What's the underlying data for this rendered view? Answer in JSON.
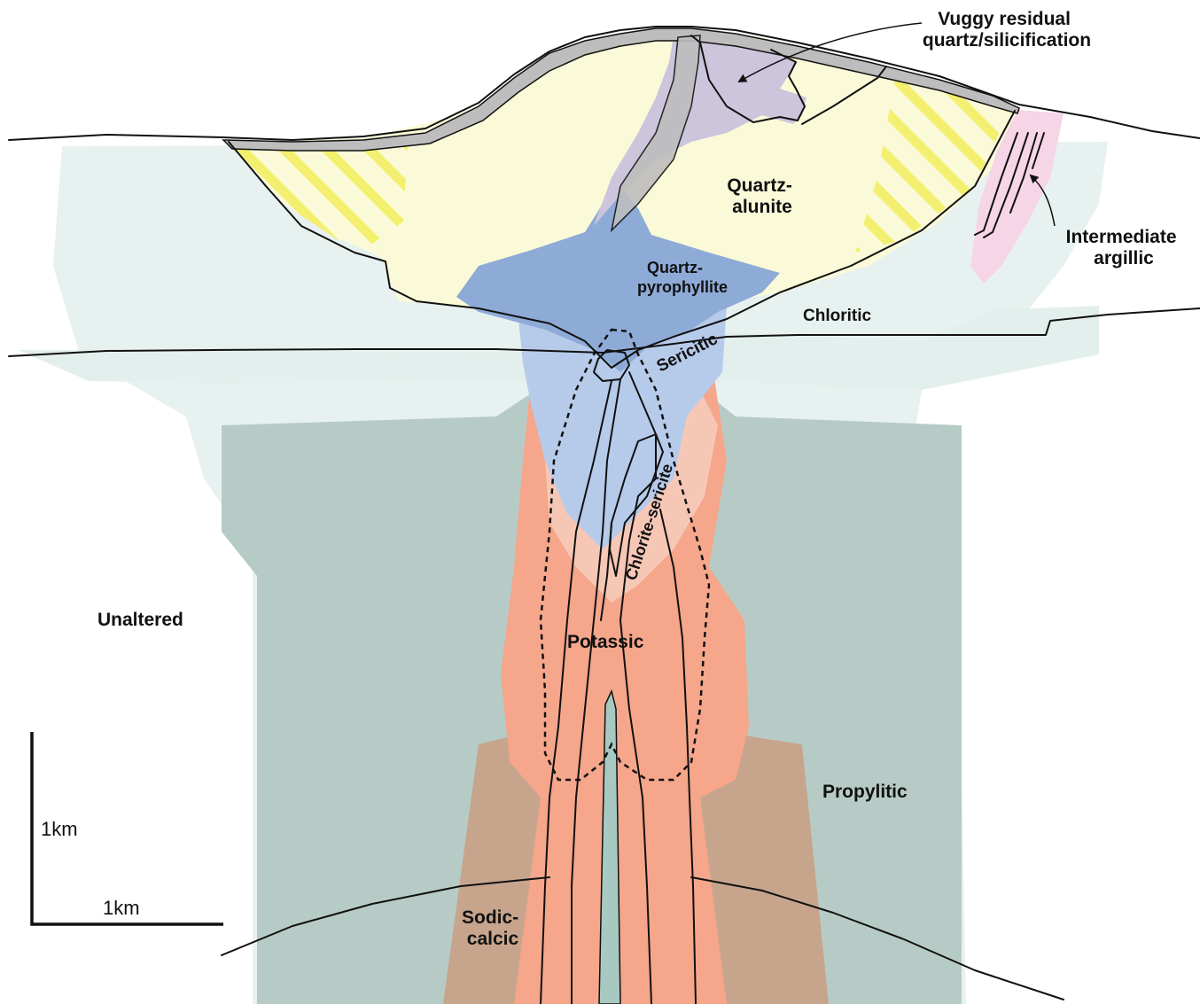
{
  "zones": [
    {
      "id": "vuggy",
      "label_lines": [
        "Vuggy residual",
        "quartz/silicification"
      ],
      "color": "#cdc5dc"
    },
    {
      "id": "quartz-alunite",
      "label_lines": [
        "Quartz-",
        "alunite"
      ],
      "color": "#fbfad8"
    },
    {
      "id": "intermediate-argillic",
      "label_lines": [
        "Intermediate",
        "argillic"
      ],
      "color": "#f6d5e6"
    },
    {
      "id": "quartz-pyrophyllite",
      "label_lines": [
        "Quartz-",
        "pyrophyllite"
      ],
      "color": "#8eabd8"
    },
    {
      "id": "chloritic",
      "label_lines": [
        "Chloritic"
      ],
      "color": "#e3efec"
    },
    {
      "id": "sericitic",
      "label_lines": [
        "Sericitic"
      ],
      "color": "#b6cbea"
    },
    {
      "id": "chlorite-sericite",
      "label_lines": [
        "Chlorite-sericite"
      ],
      "color": "#f7c7b6"
    },
    {
      "id": "unaltered",
      "label_lines": [
        "Unaltered"
      ],
      "color": "#e6f0ee"
    },
    {
      "id": "potassic",
      "label_lines": [
        "Potassic"
      ],
      "color": "#f5a68b"
    },
    {
      "id": "propylitic",
      "label_lines": [
        "Propylitic"
      ],
      "color": "#b7cbc6"
    },
    {
      "id": "sodic-calcic",
      "label_lines": [
        "Sodic-",
        "calcic"
      ],
      "color": "#c7a58d"
    }
  ],
  "scale_bar": {
    "vertical_label": "1km",
    "horizontal_label": "1km"
  },
  "colors": {
    "contact": "#111111",
    "cap": "#bdbdbd",
    "stripe": "#f3ef6a",
    "page": "#ffffff"
  }
}
